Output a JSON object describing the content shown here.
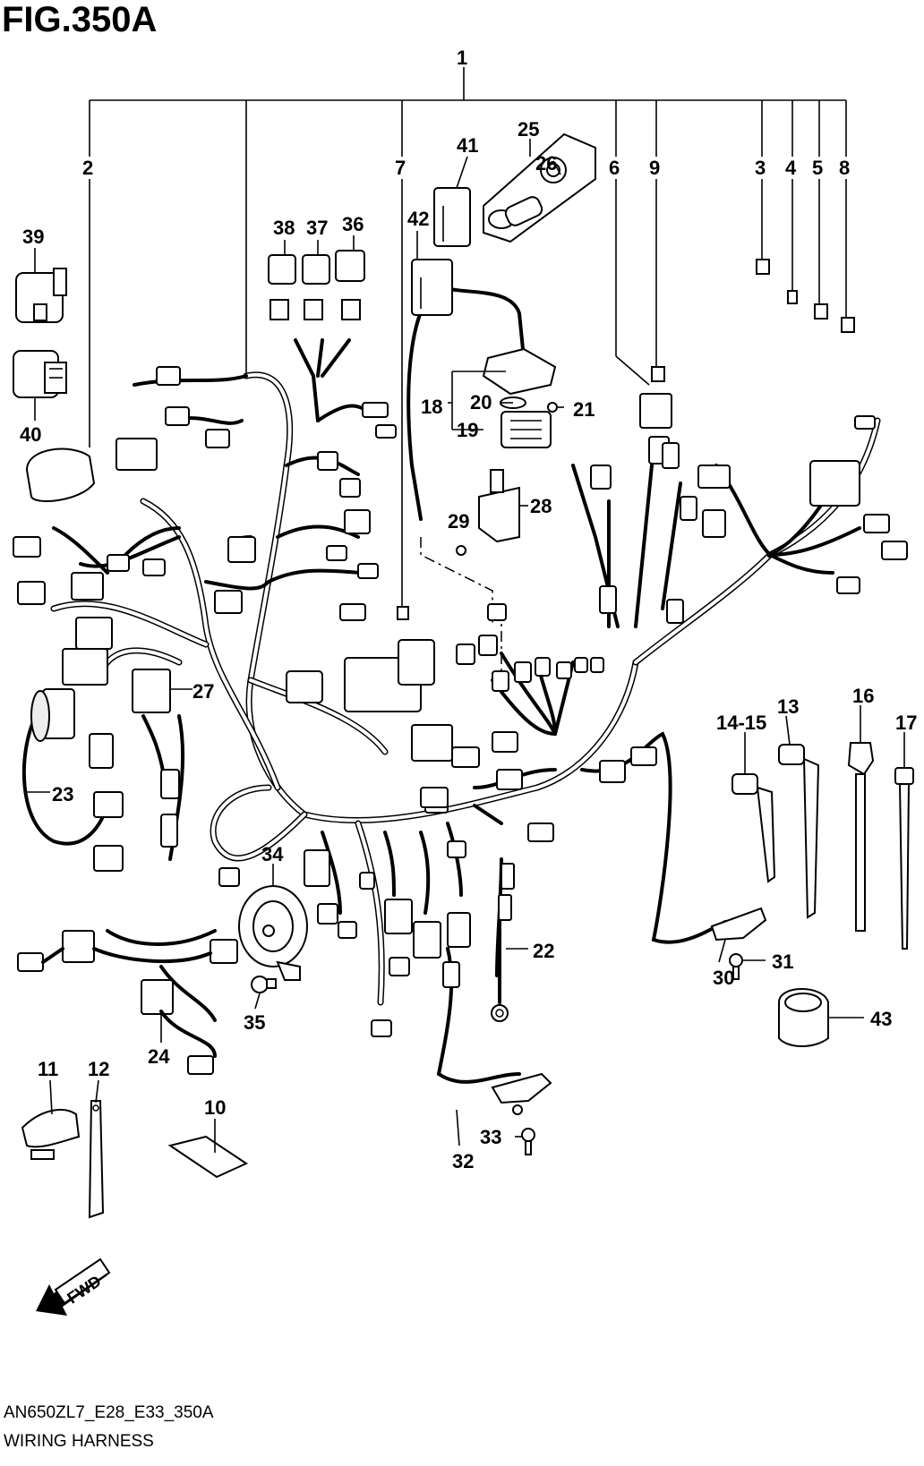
{
  "figure": {
    "title": "FIG.350A",
    "footer_code": "AN650ZL7_E28_E33_350A",
    "footer_name": "WIRING HARNESS",
    "direction_label": "FWD"
  },
  "callouts": {
    "c1": "1",
    "c2": "2",
    "c3": "3",
    "c4": "4",
    "c5": "5",
    "c6": "6",
    "c7": "7",
    "c8": "8",
    "c9": "9",
    "c10": "10",
    "c11": "11",
    "c12": "12",
    "c13": "13",
    "c14_15": "14-15",
    "c16": "16",
    "c17": "17",
    "c18": "18",
    "c19": "19",
    "c20": "20",
    "c21": "21",
    "c22": "22",
    "c23": "23",
    "c24": "24",
    "c25": "25",
    "c26": "26",
    "c27": "27",
    "c28": "28",
    "c29": "29",
    "c30": "30",
    "c31": "31",
    "c32": "32",
    "c33": "33",
    "c34": "34",
    "c35": "35",
    "c36": "36",
    "c37": "37",
    "c38": "38",
    "c39": "39",
    "c40": "40",
    "c41": "41",
    "c42": "42",
    "c43": "43"
  }
}
